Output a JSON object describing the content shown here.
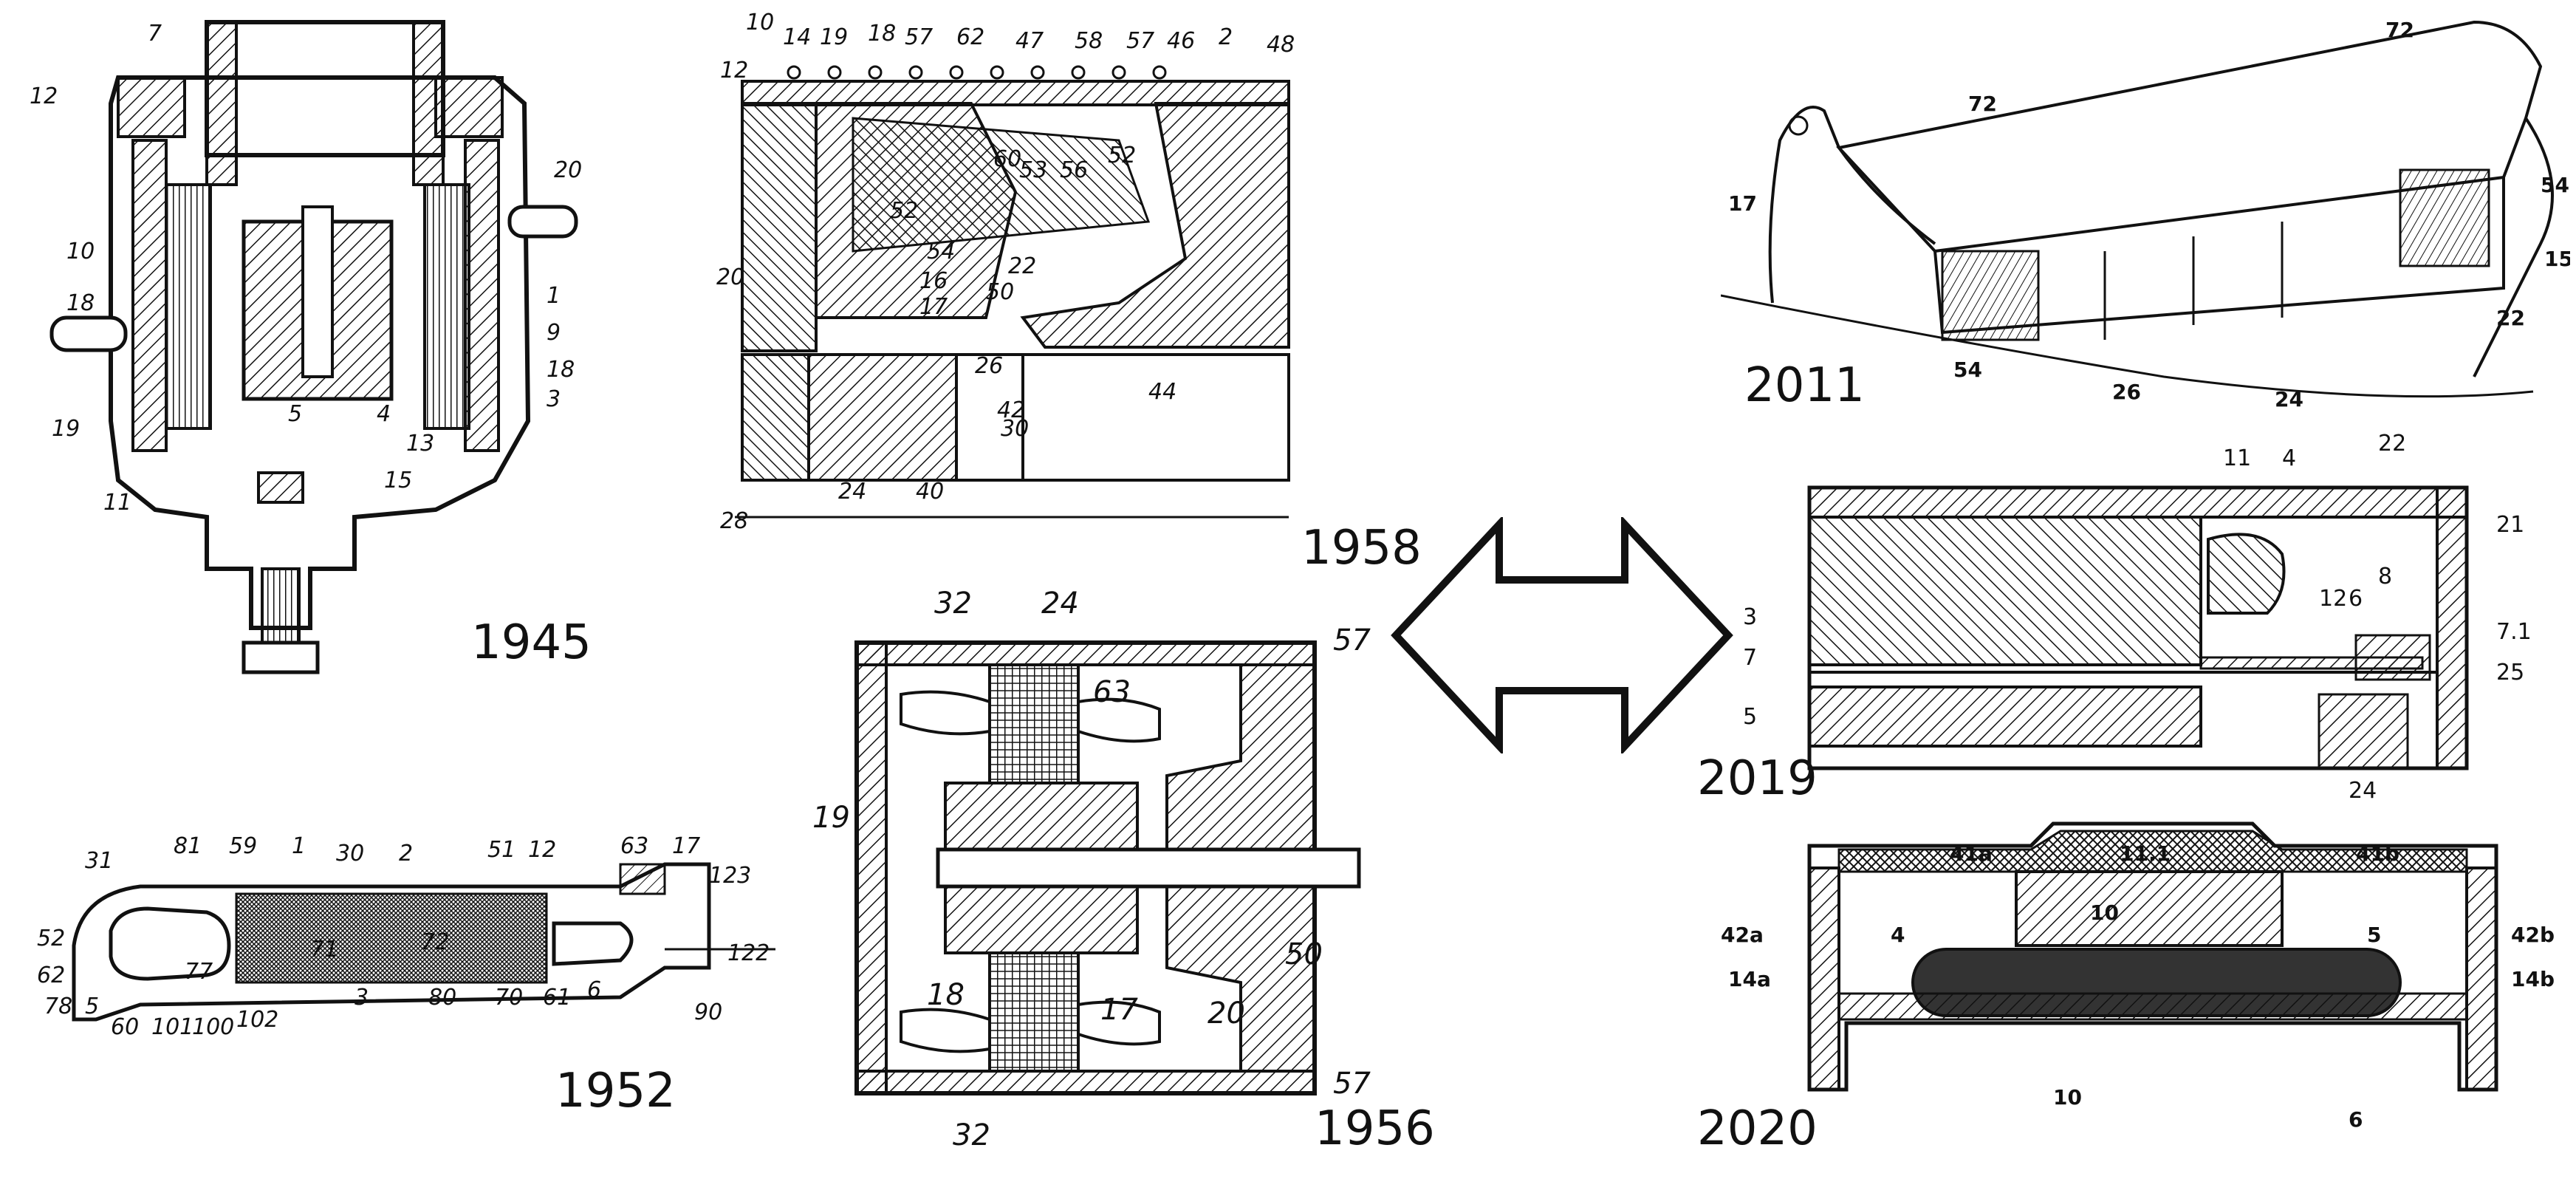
{
  "figure": {
    "years": {
      "p1945": "1945",
      "p1958": "1958",
      "p1952": "1952",
      "p1956": "1956",
      "p2011": "2011",
      "p2019": "2019",
      "p2020": "2020"
    },
    "labels_1945": [
      "7",
      "12",
      "20",
      "10",
      "18",
      "19",
      "1",
      "9",
      "18",
      "3",
      "11",
      "5",
      "4",
      "13",
      "15"
    ],
    "labels_1958": [
      "10",
      "14",
      "19",
      "18",
      "57",
      "62",
      "47",
      "58",
      "57",
      "46",
      "2",
      "48",
      "12",
      "60",
      "53",
      "56",
      "52",
      "52",
      "20",
      "54",
      "22",
      "17",
      "16",
      "50",
      "44",
      "26",
      "42",
      "30",
      "24",
      "40",
      "28"
    ],
    "labels_1952": [
      "31",
      "81",
      "59",
      "1",
      "30",
      "2",
      "51",
      "12",
      "63",
      "17",
      "123",
      "52",
      "62",
      "78",
      "5",
      "60",
      "101",
      "100",
      "102",
      "77",
      "71",
      "3",
      "80",
      "72",
      "70",
      "61",
      "6",
      "90",
      "122"
    ],
    "labels_1956": [
      "32",
      "24",
      "57",
      "63",
      "19",
      "18",
      "17",
      "20",
      "50",
      "57",
      "32"
    ],
    "labels_2011": [
      "72",
      "72",
      "17",
      "54",
      "15",
      "22",
      "54",
      "26",
      "24"
    ],
    "labels_2019": [
      "22",
      "11",
      "4",
      "21",
      "8",
      "12",
      "6",
      "3",
      "7.1",
      "7",
      "25",
      "5",
      "24"
    ],
    "labels_2020": [
      "41a",
      "11.1",
      "41b",
      "10",
      "42a",
      "4",
      "5",
      "42b",
      "14a",
      "14b",
      "10",
      "6"
    ]
  },
  "colors": {
    "line": "#111111",
    "background": "#ffffff"
  }
}
